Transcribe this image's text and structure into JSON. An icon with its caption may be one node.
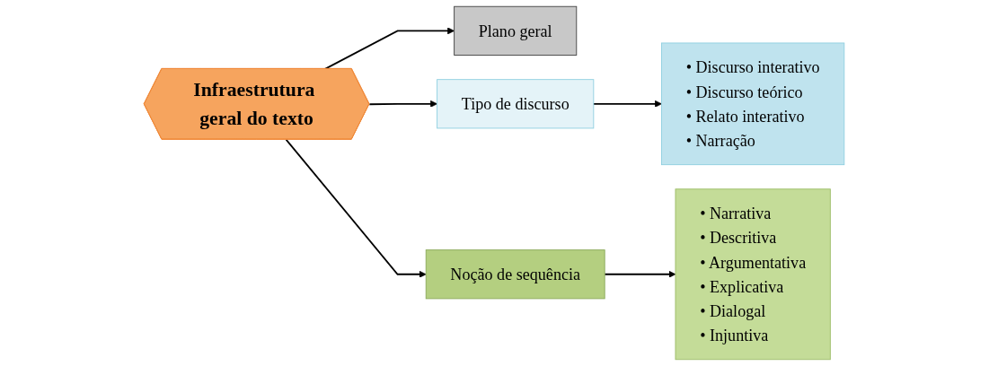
{
  "diagram": {
    "nodes": [
      {
        "text": [
          "Infraestrutura geral do texto"
        ]
      },
      {
        "text": [
          "Plano geral"
        ]
      },
      {
        "text": [
          "Tipo de discurso"
        ]
      },
      {
        "text": [
          "Noção de sequência"
        ]
      },
      {
        "text": [
          "• Discurso interativo",
          "• Discurso teórico",
          "• Relato interativo",
          "• Narração"
        ]
      },
      {
        "text": [
          "• Narrativa",
          "• Descritiva",
          "• Argumentativa",
          "• Explicativa",
          "• Dialogal",
          "• Injuntiva"
        ]
      }
    ],
    "edges": [
      {
        "from": 0,
        "to": 1,
        "arrow": "to"
      },
      {
        "from": 0,
        "to": 2,
        "arrow": "to"
      },
      {
        "from": 0,
        "to": 3,
        "arrow": "to"
      },
      {
        "from": 2,
        "to": 4,
        "arrow": "to"
      },
      {
        "from": 3,
        "to": 5,
        "arrow": "to"
      }
    ]
  }
}
